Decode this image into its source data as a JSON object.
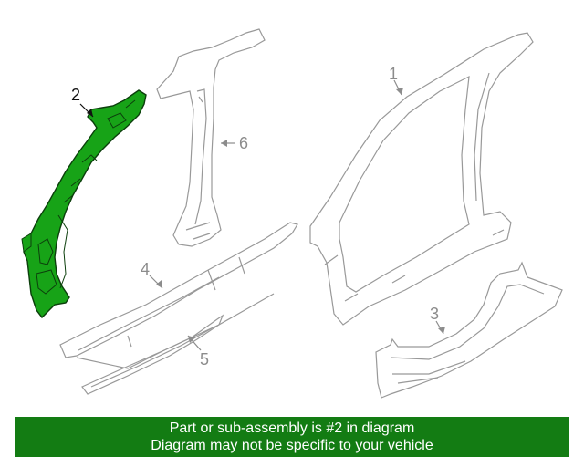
{
  "callouts": [
    {
      "id": "1",
      "label": "1",
      "highlighted": false
    },
    {
      "id": "2",
      "label": "2",
      "highlighted": true
    },
    {
      "id": "3",
      "label": "3",
      "highlighted": false
    },
    {
      "id": "4",
      "label": "4",
      "highlighted": false
    },
    {
      "id": "5",
      "label": "5",
      "highlighted": false
    },
    {
      "id": "6",
      "label": "6",
      "highlighted": false
    }
  ],
  "banner": {
    "line1": "Part or sub-assembly is #2 in diagram",
    "line2": "Diagram may not be specific to your vehicle"
  },
  "colors": {
    "highlight_part": "#17a317",
    "highlight_outline": "#0c3f0c",
    "banner_bg": "#137c13",
    "line_art": "#999999",
    "callout_text_normal": "#8c8c8c",
    "callout_text_highlight": "#111111"
  }
}
